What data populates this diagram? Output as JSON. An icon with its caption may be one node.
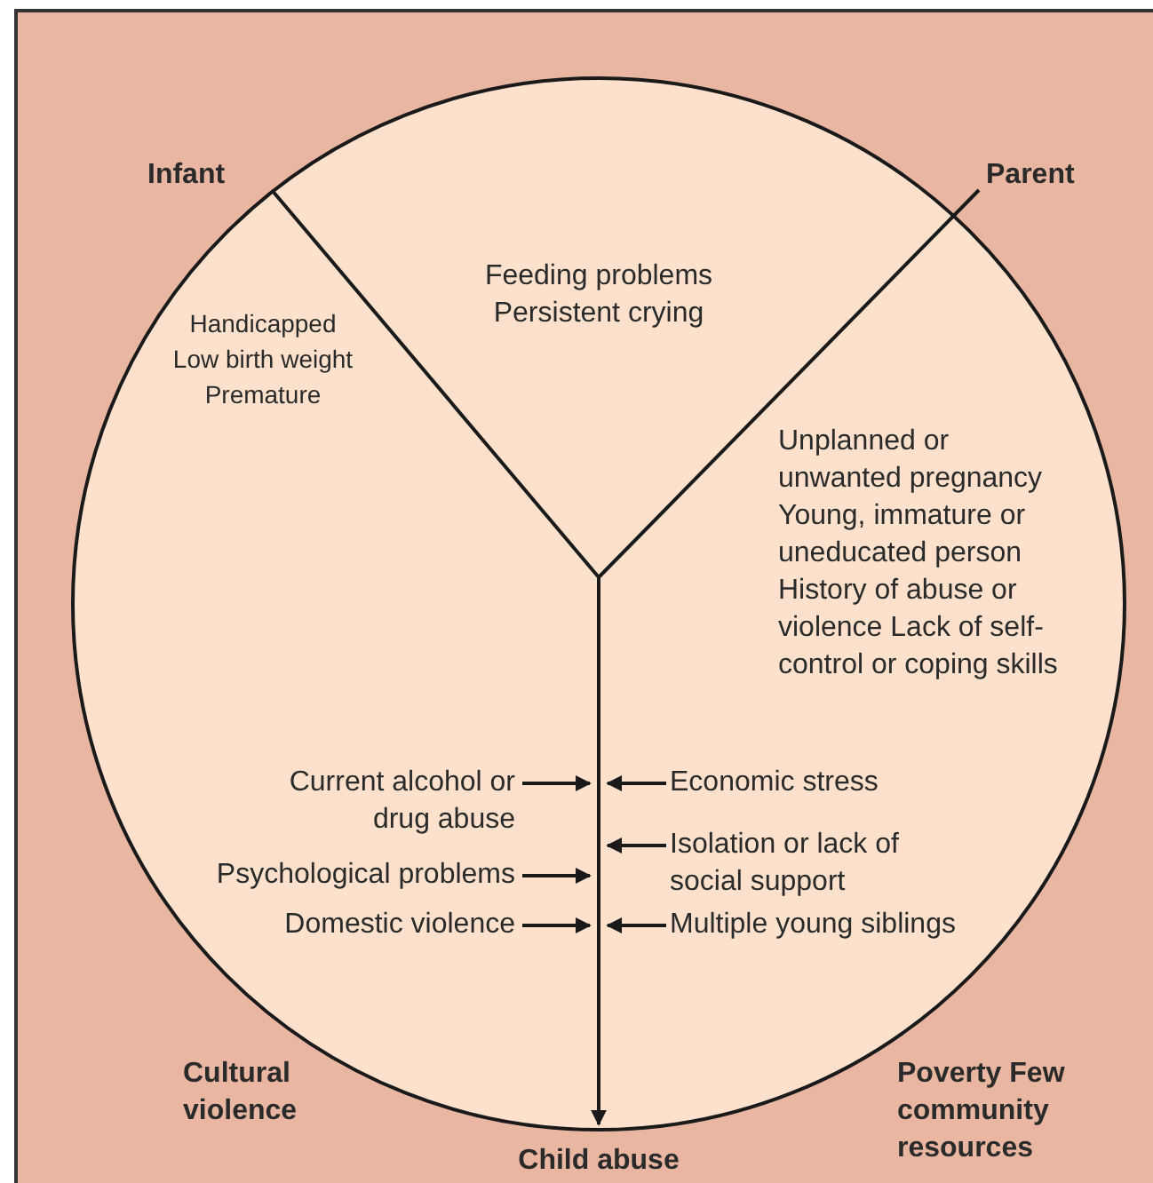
{
  "diagram": {
    "nodes": [
      {
        "text": [
          "Infant",
          "Handicapped Low birth weight Premature"
        ]
      },
      {
        "text": [
          "Feeding problems Persistent crying"
        ]
      },
      {
        "text": [
          "Parent",
          "Unplanned or unwanted pregnancy Young, immature or uneducated person History of abuse or violence Lack of self-control or coping skills"
        ]
      },
      {
        "text": [
          "Current alcohol or drug abuse"
        ]
      },
      {
        "text": [
          "Psychological problems"
        ]
      },
      {
        "text": [
          "Domestic violence"
        ]
      },
      {
        "text": [
          "Economic stress"
        ]
      },
      {
        "text": [
          "Isolation or lack of social support"
        ]
      },
      {
        "text": [
          "Multiple young siblings"
        ]
      },
      {
        "text": [
          "Child abuse"
        ]
      }
    ],
    "edges": [
      {
        "from": 3,
        "to": null,
        "arrow": "to"
      },
      {
        "from": 4,
        "to": null,
        "arrow": "to"
      },
      {
        "from": 5,
        "to": null,
        "arrow": "to"
      },
      {
        "from": 6,
        "to": null,
        "arrow": "to"
      },
      {
        "from": 7,
        "to": null,
        "arrow": "to"
      },
      {
        "from": 8,
        "to": null,
        "arrow": "to"
      },
      {
        "from": null,
        "to": 9,
        "arrow": "to"
      }
    ],
    "labels": [
      "Cultural violence",
      "Poverty Few community resources"
    ]
  }
}
